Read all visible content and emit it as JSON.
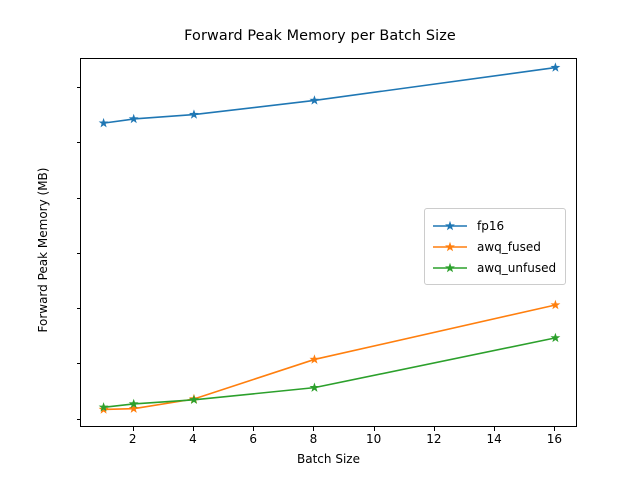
{
  "chart_data": {
    "type": "line",
    "title": "Forward Peak Memory per Batch Size",
    "xlabel": "Batch Size",
    "ylabel": "Forward Peak Memory (MB)",
    "x": [
      1,
      2,
      4,
      8,
      16
    ],
    "xlim": [
      0.25,
      16.75
    ],
    "ylim": [
      5700,
      19050
    ],
    "xticks": [
      2,
      4,
      6,
      8,
      10,
      12,
      14,
      16
    ],
    "yticks": [
      6000,
      8000,
      10000,
      12000,
      14000,
      16000,
      18000
    ],
    "grid": false,
    "legend_position": "center right",
    "marker": "star",
    "series": [
      {
        "name": "fp16",
        "color": "#1f77b4",
        "values": [
          16730,
          16880,
          17040,
          17550,
          18740
        ]
      },
      {
        "name": "awq_fused",
        "color": "#ff7f0e",
        "values": [
          6370,
          6400,
          6750,
          8180,
          10150
        ]
      },
      {
        "name": "awq_unfused",
        "color": "#2ca02c",
        "values": [
          6450,
          6570,
          6720,
          7160,
          8960
        ]
      }
    ]
  }
}
